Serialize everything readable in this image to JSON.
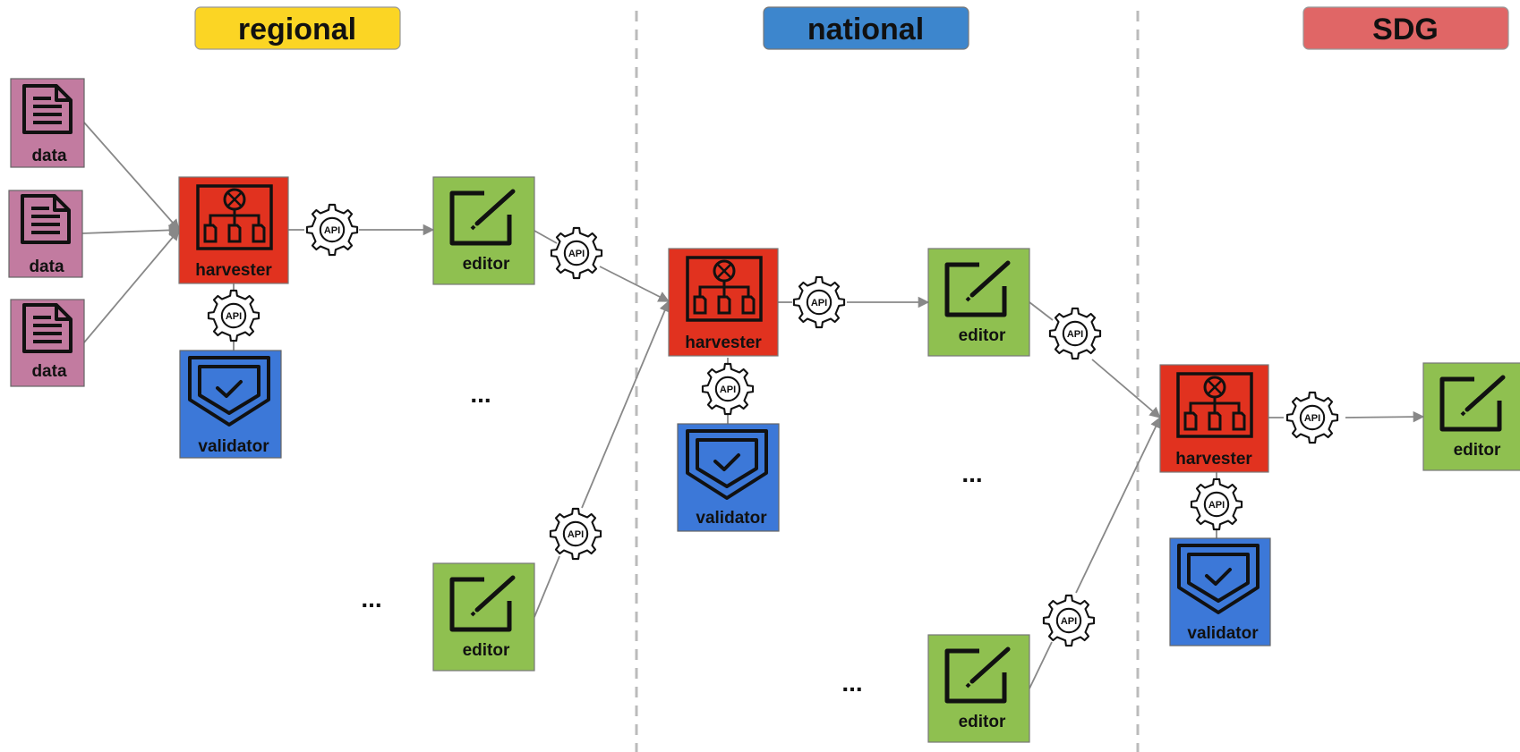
{
  "sections": [
    {
      "id": "regional",
      "label": "regional",
      "color": "#fbd524"
    },
    {
      "id": "national",
      "label": "national",
      "color": "#3d86cd"
    },
    {
      "id": "sdg",
      "label": "SDG",
      "color": "#e06666"
    }
  ],
  "labels": {
    "data": "data",
    "harvester": "harvester",
    "editor": "editor",
    "validator": "validator",
    "api": "API",
    "ellipsis": "..."
  },
  "colors": {
    "data": "#c27ba0",
    "harvester": "#e1321f",
    "editor": "#8fc050",
    "validator": "#3c78d8",
    "arrow": "#888888",
    "divider": "#bbbbbb"
  },
  "icons": {
    "data": "document-icon",
    "harvester": "harvester-icon",
    "editor": "edit-icon",
    "validator": "shield-check-icon",
    "api": "api-gear-icon"
  }
}
